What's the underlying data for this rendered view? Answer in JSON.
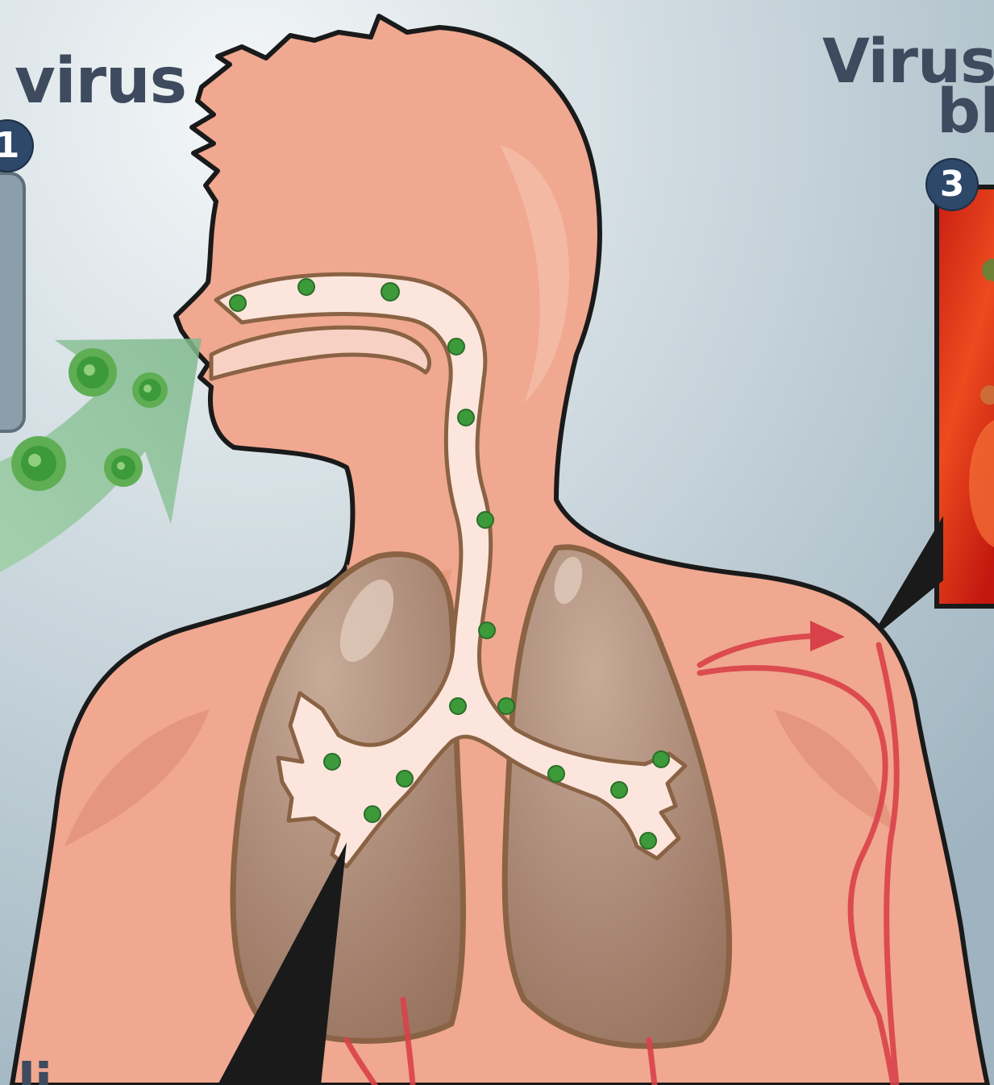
{
  "labels": {
    "step1_title": "virus",
    "step3_title_line1": "Virus",
    "step3_title_line2": "bl",
    "bottom_partial": "li"
  },
  "badges": {
    "step1": "1",
    "step3": "3"
  },
  "colors": {
    "background": "#b9c9d2",
    "skin": "#f0a890",
    "skin_shadow": "#e08f76",
    "lungs": "#a98876",
    "lung_outline": "#8a6244",
    "airway": "#fbe5dc",
    "virus": "#3d9a3a",
    "inhale_arrow": "#93c79d",
    "blood_vessel": "#d9414a",
    "inset_red": "#e2361f",
    "label_text": "#3e4a5e",
    "badge": "#2d4868"
  }
}
